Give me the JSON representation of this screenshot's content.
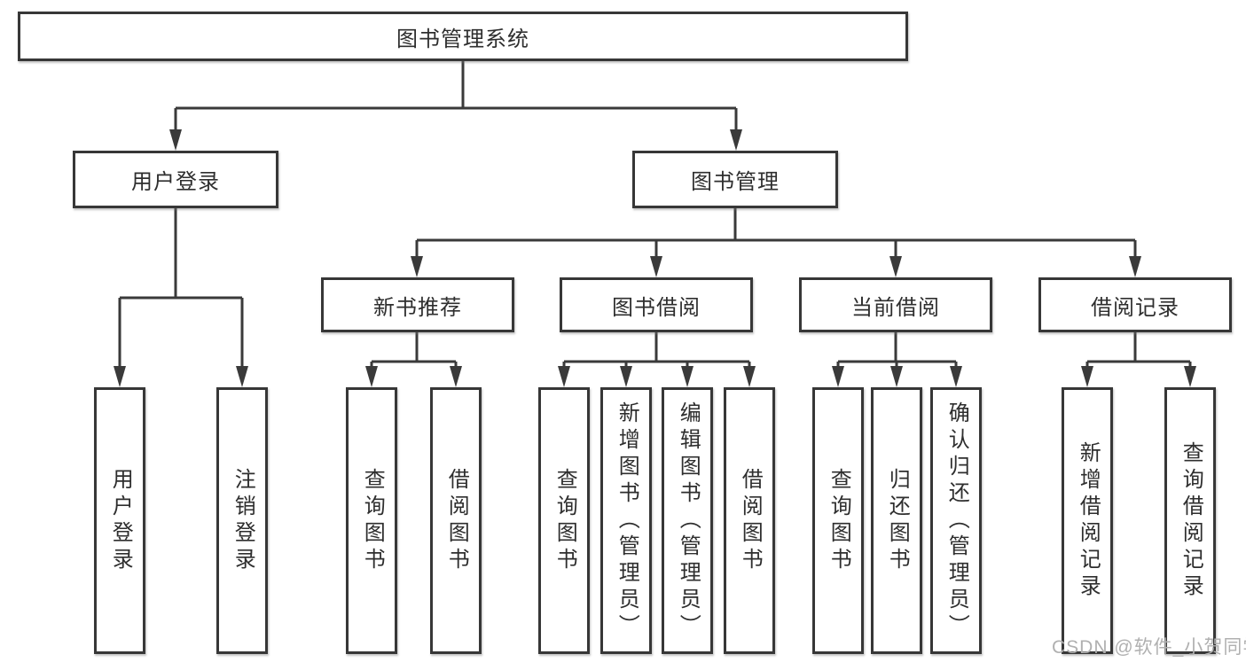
{
  "palette": {
    "line_color": "#3a3a3a",
    "border_color": "#373737",
    "text_color": "#2e2e2e",
    "watermark_color": "#b0b0b0",
    "background": "#ffffff"
  },
  "tree": {
    "root": {
      "label": "图书管理系统"
    },
    "branches": [
      {
        "label": "用户登录",
        "children": [
          {
            "label": "用户登录"
          },
          {
            "label": "注销登录"
          }
        ]
      },
      {
        "label": "图书管理",
        "modules": [
          {
            "label": "新书推荐",
            "children": [
              {
                "label": "查询图书"
              },
              {
                "label": "借阅图书"
              }
            ]
          },
          {
            "label": "图书借阅",
            "children": [
              {
                "label": "查询图书"
              },
              {
                "label": "新增图书（管理员）"
              },
              {
                "label": "编辑图书（管理员）"
              },
              {
                "label": "借阅图书"
              }
            ]
          },
          {
            "label": "当前借阅",
            "children": [
              {
                "label": "查询图书"
              },
              {
                "label": "归还图书"
              },
              {
                "label": "确认归还（管理员）"
              }
            ]
          },
          {
            "label": "借阅记录",
            "children": [
              {
                "label": "新增借阅记录"
              },
              {
                "label": "查询借阅记录"
              }
            ]
          }
        ]
      }
    ]
  },
  "watermark": {
    "text": "CSDN @软件_小贺同学"
  }
}
